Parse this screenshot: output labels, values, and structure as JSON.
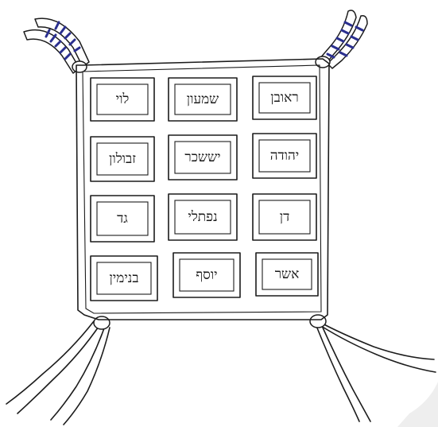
{
  "breastplate": {
    "rows": [
      [
        "לוי",
        "שמעון",
        "ראובן"
      ],
      [
        "זבולון",
        "יששכר",
        "יהודה"
      ],
      [
        "גד",
        "נפתלי",
        "דן"
      ],
      [
        "בנימין",
        "יוסף",
        "אשר"
      ]
    ]
  },
  "colors": {
    "ink": "#1c1c1c",
    "cord_stripe": "#2a2f8f",
    "background": "#ffffff"
  }
}
